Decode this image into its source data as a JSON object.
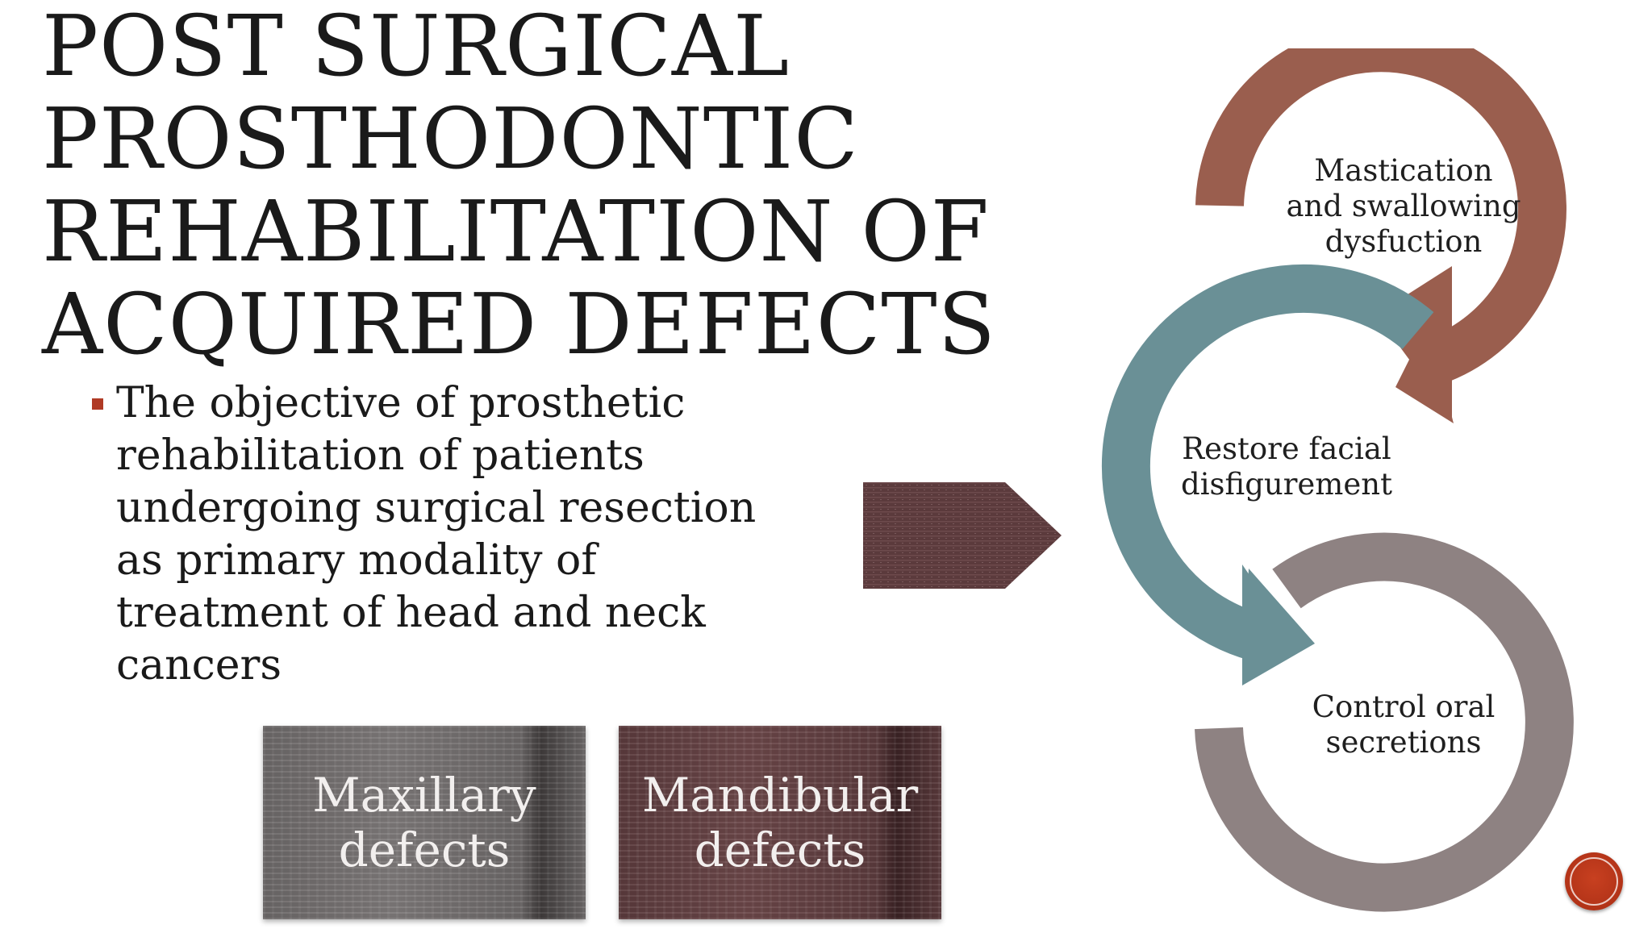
{
  "slide": {
    "title_lines": [
      "POST SURGICAL",
      "PROSTHODONTIC",
      "REHABILITATION OF",
      "ACQUIRED DEFECTS"
    ],
    "bullet": {
      "lines": [
        "The objective of prosthetic",
        "rehabilitation of patients",
        "undergoing surgical resection",
        "as primary modality of",
        "treatment of head and neck",
        "cancers"
      ]
    },
    "boxes": [
      {
        "lines": [
          "Maxillary",
          "defects"
        ],
        "color": "#6e6a6a"
      },
      {
        "lines": [
          "Mandibular",
          "defects"
        ],
        "color": "#5a3a3c"
      }
    ],
    "cycle": {
      "items": [
        {
          "lines": [
            "Mastication",
            "and swallowing",
            "dysfuction"
          ],
          "color": "#9a5e4e"
        },
        {
          "lines": [
            "Restore facial",
            "disfigurement"
          ],
          "color": "#6a9096"
        },
        {
          "lines": [
            "Control oral",
            "secretions"
          ],
          "color": "#8e8282"
        }
      ]
    },
    "colors": {
      "bullet_marker": "#b03a25",
      "pointer": "#5b3a3c",
      "corner_button": "#b83418"
    }
  }
}
